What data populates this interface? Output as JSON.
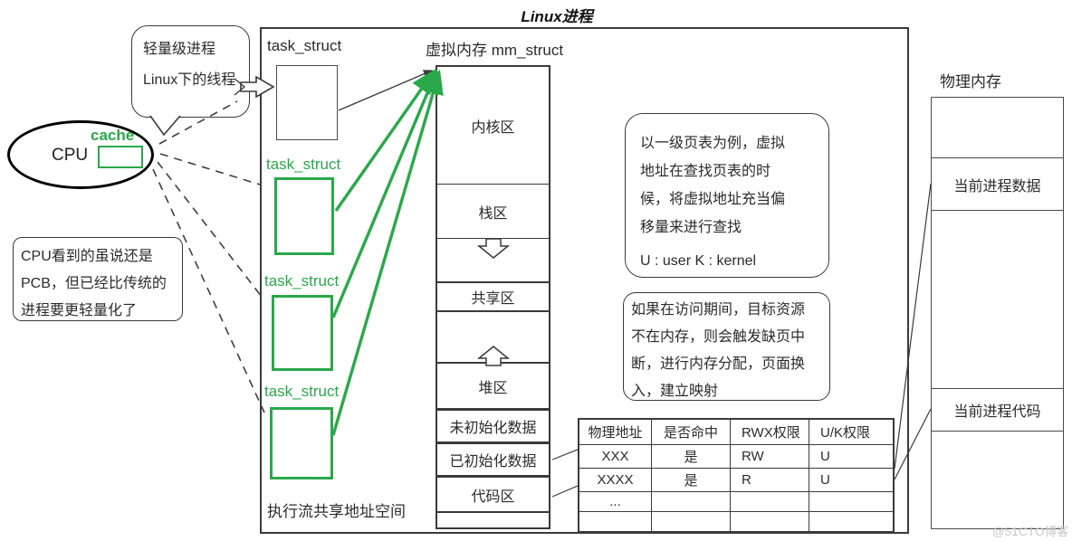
{
  "title": "Linux进程",
  "colors": {
    "green": "#2aa84a",
    "line": "#3a3a3a",
    "watermark": "#c7c7c7"
  },
  "cpu": {
    "label": "CPU",
    "cache_label": "cache"
  },
  "bubbles": {
    "lightweight": {
      "line1": "轻量级进程",
      "line2": "Linux下的线程"
    },
    "cpu_note": {
      "line1": "CPU看到的虽说还是",
      "line2": "PCB，但已经比传统的",
      "line3": "进程要更轻量化了"
    },
    "page_lookup": {
      "line1": "以一级页表为例，虚拟",
      "line2": "地址在查找页表的时",
      "line3": "候，将虚拟地址充当偏",
      "line4": "移量来进行查找",
      "legend": "U : user  K : kernel"
    },
    "page_fault": {
      "line1": "如果在访问期间，目标资源",
      "line2": "不在内存，则会触发缺页中",
      "line3": "断，进行内存分配，页面换",
      "line4": "入，建立映射"
    }
  },
  "process_area": {
    "task_struct_label": "task_struct",
    "green_task_structs": [
      "task_struct",
      "task_struct",
      "task_struct"
    ],
    "footer": "执行流共享地址空间"
  },
  "vm": {
    "header": "虚拟内存 mm_struct",
    "sections": [
      "内核区",
      "栈区",
      "共享区",
      "堆区",
      "未初始化数据",
      "已初始化数据",
      "代码区"
    ]
  },
  "page_table": {
    "headers": [
      "物理地址",
      "是否命中",
      "RWX权限",
      "U/K权限"
    ],
    "rows": [
      [
        "XXX",
        "是",
        "RW",
        "U"
      ],
      [
        "XXXX",
        "是",
        "R",
        "U"
      ],
      [
        "...",
        "",
        "",
        ""
      ],
      [
        "",
        "",
        "",
        ""
      ]
    ]
  },
  "physical": {
    "header": "物理内存",
    "data_label": "当前进程数据",
    "code_label": "当前进程代码"
  },
  "watermark": "@51CTO博客"
}
